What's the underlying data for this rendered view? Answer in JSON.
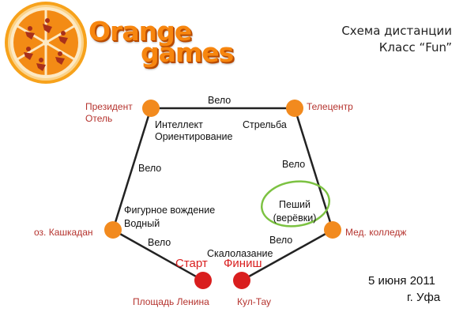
{
  "header": {
    "brand_line1": "Orange",
    "brand_line2": "games",
    "title": "Схема дистанции",
    "class": "Класс “Fun”"
  },
  "footer": {
    "date": "5 июня 2011",
    "city": "г. Уфа"
  },
  "nodes": [
    {
      "id": "president",
      "label_lines": [
        "Президент",
        "Отель"
      ],
      "color": "#f28a1e"
    },
    {
      "id": "telecentr",
      "label_lines": [
        "Телецентр"
      ],
      "color": "#f28a1e"
    },
    {
      "id": "kashkadan",
      "label_lines": [
        "оз. Кашкадан"
      ],
      "color": "#f28a1e"
    },
    {
      "id": "college",
      "label_lines": [
        "Мед. колледж"
      ],
      "color": "#f28a1e"
    },
    {
      "id": "lenin",
      "label_lines": [
        "Площадь Ленина"
      ],
      "color": "#d91e1e",
      "marker": "Старт"
    },
    {
      "id": "kultau",
      "label_lines": [
        "Кул-Тау"
      ],
      "color": "#d91e1e",
      "marker": "Финиш"
    }
  ],
  "edges": [
    {
      "from": "lenin",
      "to": "kashkadan",
      "label": "Вело"
    },
    {
      "from": "kashkadan",
      "to": "president",
      "label": "Вело"
    },
    {
      "from": "president",
      "to": "telecentr",
      "label": "Вело"
    },
    {
      "from": "telecentr",
      "to": "college",
      "label": "Вело"
    },
    {
      "from": "college",
      "to": "kultau",
      "label": "Вело"
    }
  ],
  "stages": [
    {
      "id": "intellect",
      "lines": [
        "Интеллект",
        "Ориентирование"
      ]
    },
    {
      "id": "shooting",
      "lines": [
        "Стрельба"
      ]
    },
    {
      "id": "figure",
      "lines": [
        "Фигурное вождение",
        "Водный"
      ]
    },
    {
      "id": "walking",
      "lines": [
        "Пеший",
        "(верёвки)"
      ]
    },
    {
      "id": "climbing",
      "lines": [
        "Скалолазание"
      ]
    }
  ],
  "colors": {
    "node_orange": "#f28a1e",
    "node_red": "#d91e1e",
    "label_red": "#b5332e",
    "edge": "#222222",
    "loop": "#7cc242",
    "brand": "#f7860f"
  }
}
